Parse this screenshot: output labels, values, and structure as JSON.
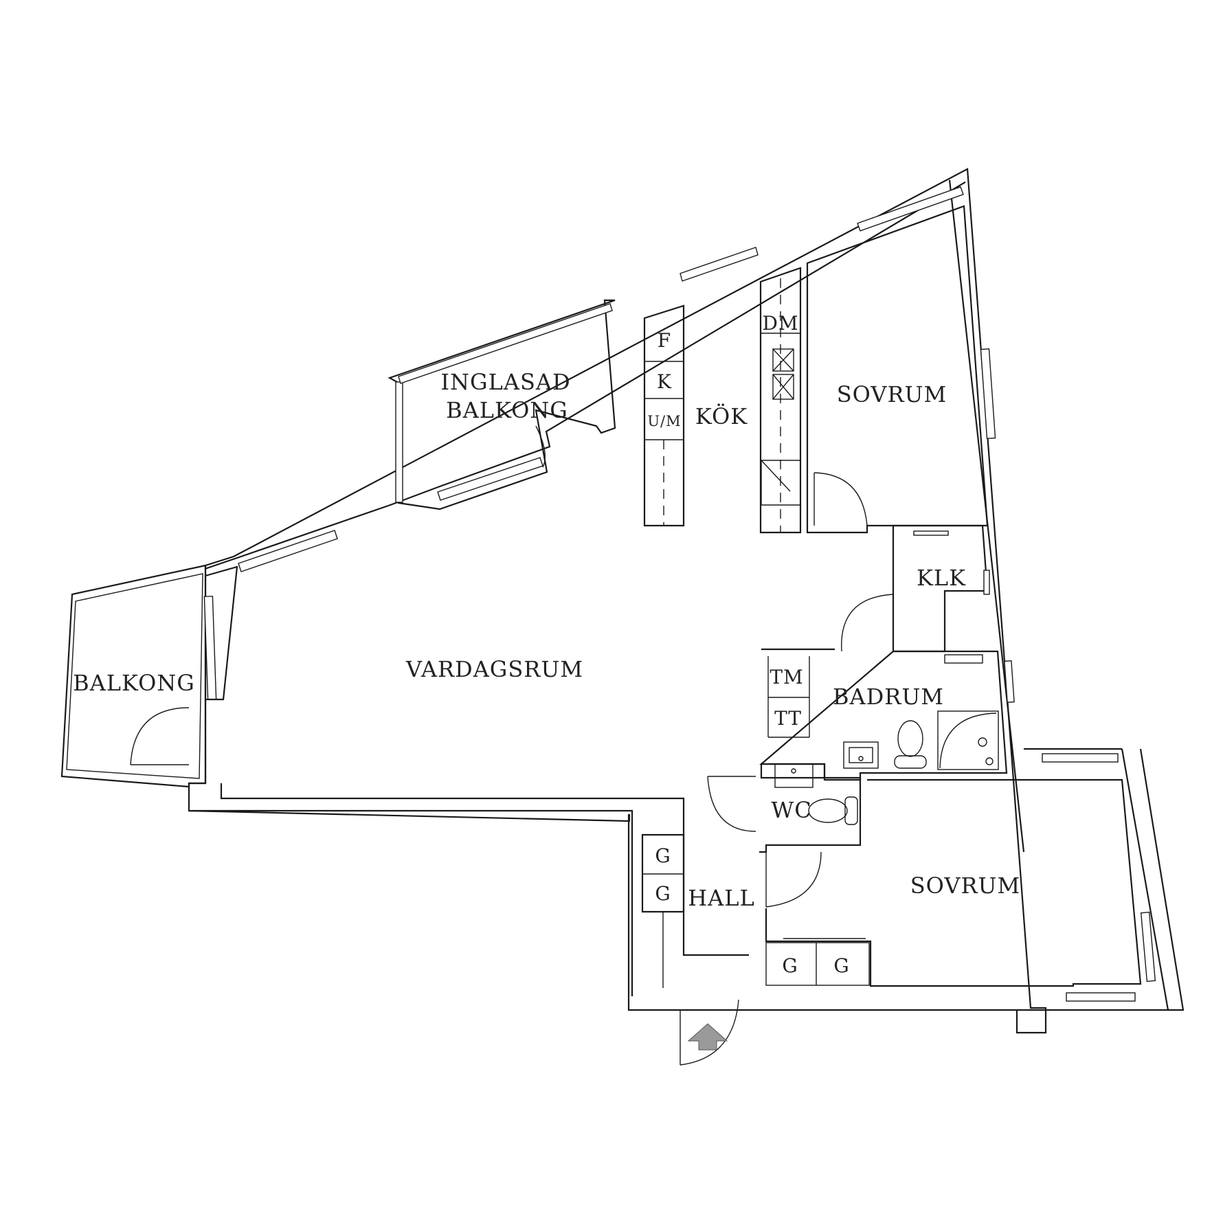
{
  "rooms": {
    "inglasad_line1": "INGLASAD",
    "inglasad_line2": "BALKONG",
    "kok": "KÖK",
    "sovrum_top": "SOVRUM",
    "klk": "KLK",
    "balkong": "BALKONG",
    "vardagsrum": "VARDAGSRUM",
    "badrum": "BADRUM",
    "wc": "WC",
    "hall": "HALL",
    "sovrum_bottom": "SOVRUM"
  },
  "fixtures": {
    "f": "F",
    "k": "K",
    "um": "U/M",
    "dm": "DM",
    "tm": "TM",
    "tt": "TT",
    "g_hall_1": "G",
    "g_hall_2": "G",
    "g_sovrum_1": "G",
    "g_sovrum_2": "G"
  },
  "colors": {
    "wall": "#1a1a1a",
    "entrance_arrow": "#9a9a9a"
  },
  "icons": {
    "entrance": "entrance-arrow-icon",
    "shower": "shower-icon",
    "toilet": "toilet-icon",
    "sink": "sink-icon",
    "stove": "stove-icon"
  }
}
